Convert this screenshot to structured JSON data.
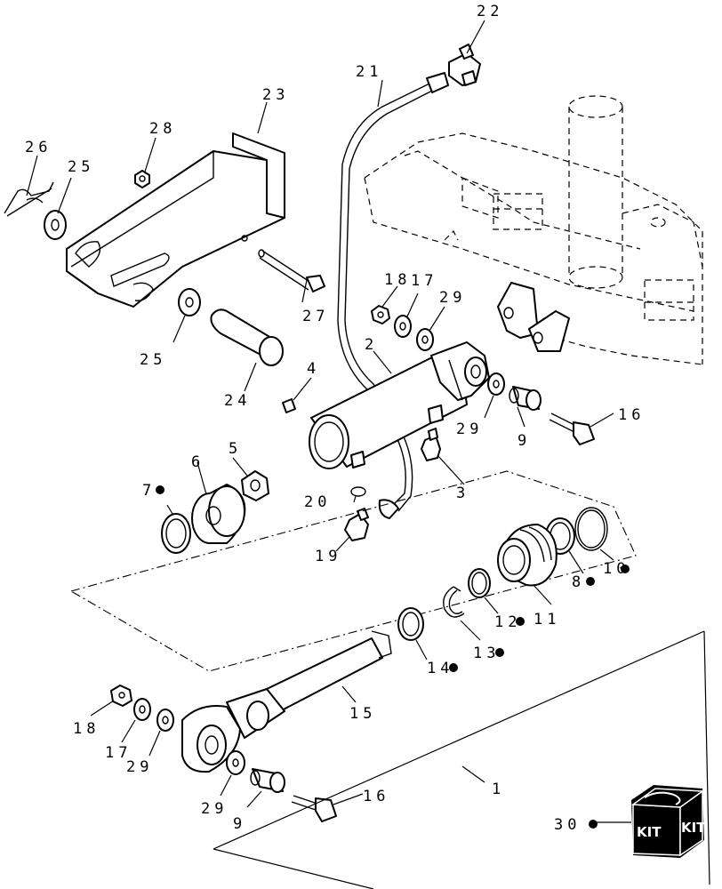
{
  "callouts": [
    {
      "id": "c1",
      "text": "1"
    },
    {
      "id": "c2",
      "text": "2"
    },
    {
      "id": "c3",
      "text": "3"
    },
    {
      "id": "c4",
      "text": "4"
    },
    {
      "id": "c5",
      "text": "5"
    },
    {
      "id": "c6",
      "text": "6"
    },
    {
      "id": "c7",
      "text": "7"
    },
    {
      "id": "c8",
      "text": "8"
    },
    {
      "id": "c9a",
      "text": "9"
    },
    {
      "id": "c9b",
      "text": "9"
    },
    {
      "id": "c10",
      "text": "10"
    },
    {
      "id": "c11",
      "text": "11"
    },
    {
      "id": "c12",
      "text": "12"
    },
    {
      "id": "c13",
      "text": "13"
    },
    {
      "id": "c14",
      "text": "14"
    },
    {
      "id": "c15",
      "text": "15"
    },
    {
      "id": "c16a",
      "text": "16"
    },
    {
      "id": "c16b",
      "text": "16"
    },
    {
      "id": "c17a",
      "text": "17"
    },
    {
      "id": "c17b",
      "text": "17"
    },
    {
      "id": "c18a",
      "text": "18"
    },
    {
      "id": "c18b",
      "text": "18"
    },
    {
      "id": "c19",
      "text": "19"
    },
    {
      "id": "c20",
      "text": "20"
    },
    {
      "id": "c21",
      "text": "21"
    },
    {
      "id": "c22",
      "text": "22"
    },
    {
      "id": "c23",
      "text": "23"
    },
    {
      "id": "c24",
      "text": "24"
    },
    {
      "id": "c25a",
      "text": "25"
    },
    {
      "id": "c25b",
      "text": "25"
    },
    {
      "id": "c26",
      "text": "26"
    },
    {
      "id": "c27",
      "text": "27"
    },
    {
      "id": "c28",
      "text": "28"
    },
    {
      "id": "c29a",
      "text": "29"
    },
    {
      "id": "c29b",
      "text": "29"
    },
    {
      "id": "c29c",
      "text": "29"
    },
    {
      "id": "c29d",
      "text": "29"
    },
    {
      "id": "c30",
      "text": "30"
    }
  ],
  "kit_box": {
    "left": "KIT",
    "right": "KIT"
  }
}
